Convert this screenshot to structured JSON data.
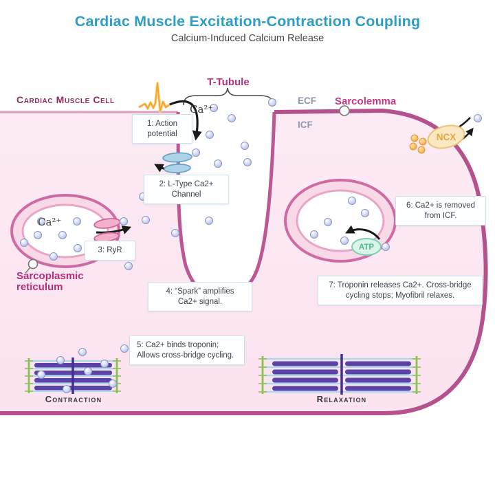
{
  "header": {
    "title": "Cardiac Muscle Excitation-Contraction Coupling",
    "subtitle": "Calcium-Induced Calcium Release"
  },
  "labels": {
    "cell": "Cardiac Muscle Cell",
    "t_tubule": "T-Tubule",
    "ecf": "ECF",
    "icf": "ICF",
    "sarcolemma": "Sarcolemma",
    "ca_tubule": "Ca²⁺",
    "ca_sr": "Ca²⁺",
    "ncx": "NCX",
    "atp": "ATP",
    "sarcoplasmic_reticulum": "Sarcoplasmic reticulum",
    "contraction": "Contraction",
    "relaxation": "Relaxation"
  },
  "steps": {
    "s1": "1: Action potential",
    "s2": "2: L-Type Ca2+ Channel",
    "s3": "3: RyR",
    "s4": "4: “Spark” amplifies Ca2+ signal.",
    "s5": "5: Ca2+ binds troponin; Allows cross-bridge cycling.",
    "s6": "6: Ca2+ is removed from ICF.",
    "s7": "7: Troponin releases Ca2+. Cross-bridge cycling stops; Myofibril relaxes."
  },
  "colors": {
    "title": "#2D9DC5",
    "subtitle": "#474747",
    "membrane": "#BC5793",
    "membrane_light": "#DDA0C0",
    "cell_fill": "#FBE7F1",
    "magenta_label": "#B23179",
    "dark_magenta_label": "#8F2C5F",
    "gray_label": "#9196AD",
    "box_border": "#CFE3EE",
    "box_text": "#3D434E",
    "ca_ion": "#C3CDEC",
    "na_ion": "#F3B14D",
    "ncx": "#EAA53D",
    "atp": "#4FBA8C",
    "channel_blue": "#AED3E8",
    "ryr_pink": "#F3AFCB",
    "spike_orange": "#F5A623",
    "myosin_purple": "#5A42A6",
    "actin_blue": "#A9D9EF",
    "z_disc_green": "#8BC153",
    "arrow_black": "#1A1A1A"
  }
}
